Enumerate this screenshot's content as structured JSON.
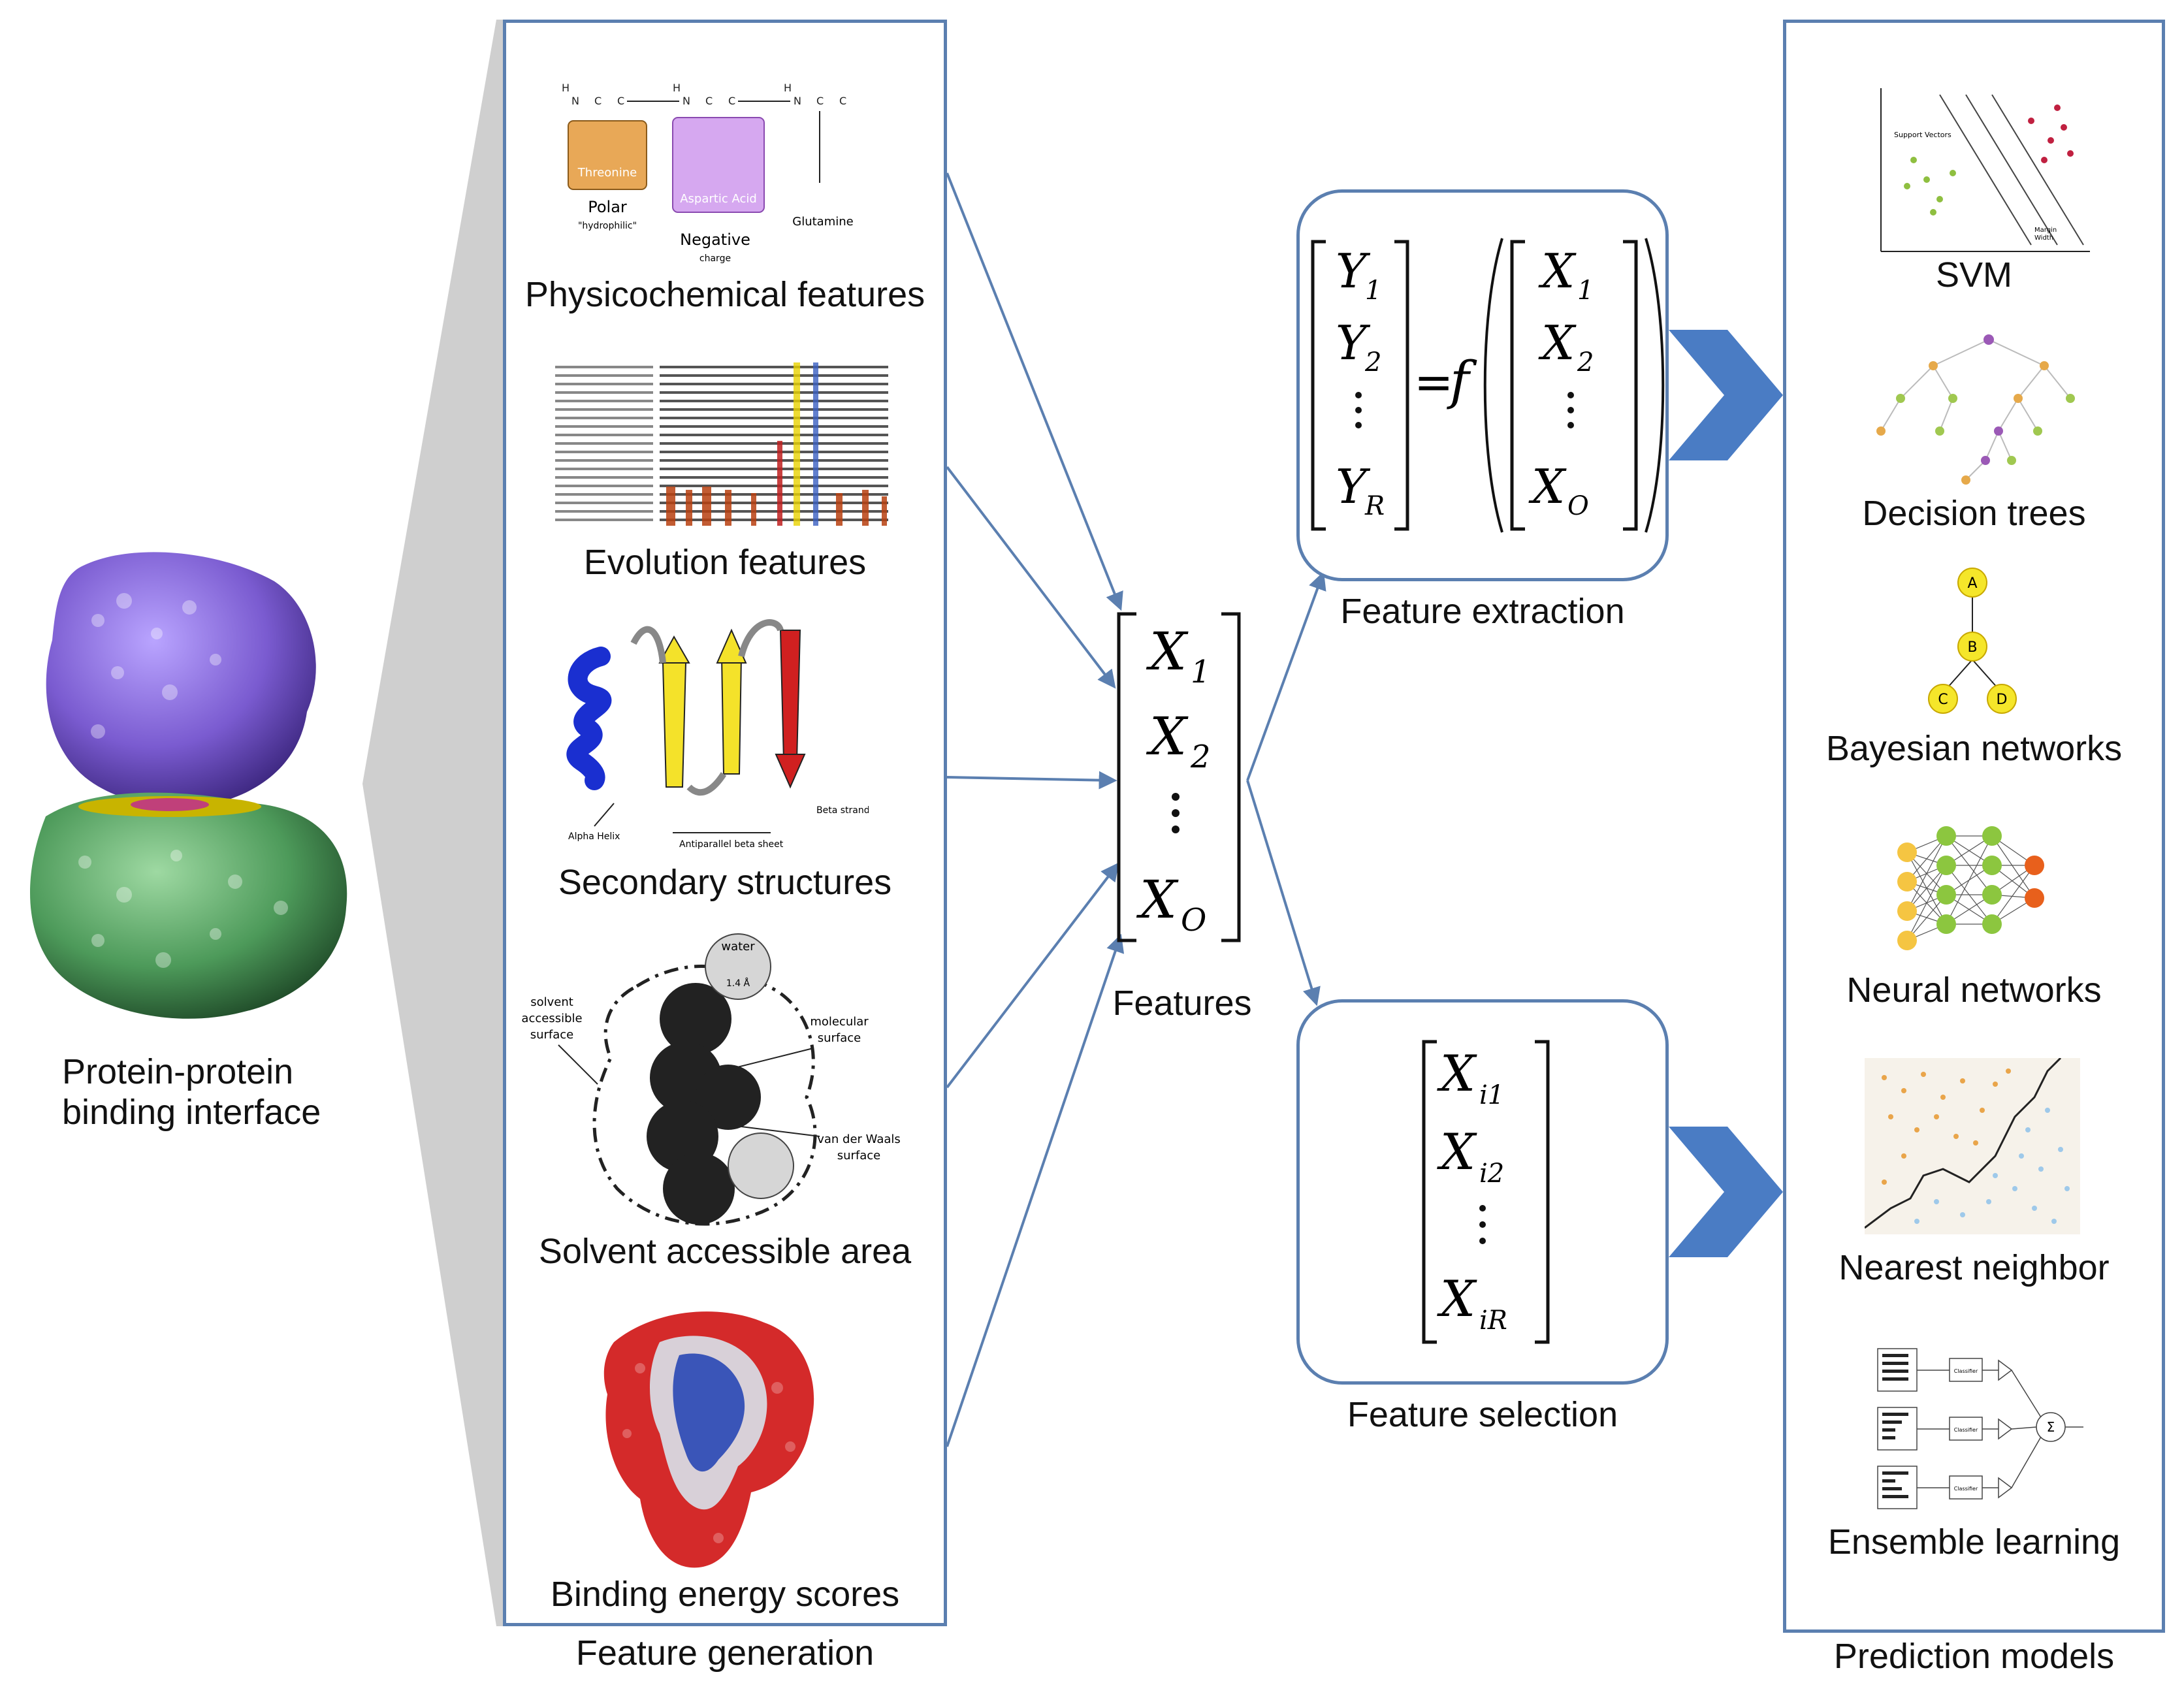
{
  "protein": {
    "label_line1": "Protein-protein",
    "label_line2": "binding interface"
  },
  "feature_generation": {
    "title": "Feature generation",
    "items": [
      {
        "label": "Physicochemical  features"
      },
      {
        "label": "Evolution  features"
      },
      {
        "label": "Secondary structures"
      },
      {
        "label": "Solvent  accessible  area"
      },
      {
        "label": "Binding  energy scores"
      }
    ],
    "physchem": {
      "threonine": "Threonine",
      "polar": "Polar",
      "hydrophilic": "\"hydrophilic\"",
      "aspartic": "Aspartic Acid",
      "negative": "Negative",
      "charge": "charge",
      "glutamine": "Glutamine"
    },
    "secondary": {
      "alpha_helix": "Alpha Helix",
      "beta_strand": "Beta strand",
      "antiparallel": "Antiparallel beta sheet"
    },
    "solvent": {
      "water": "water",
      "angstrom": "1.4 Å",
      "sas_l1": "solvent",
      "sas_l2": "accessible",
      "sas_l3": "surface",
      "mol_l1": "molecular",
      "mol_l2": "surface",
      "vdw_l1": "van der Waals",
      "vdw_l2": "surface"
    }
  },
  "features": {
    "label": "Features",
    "vector": [
      "X",
      "X",
      "X"
    ],
    "subs": [
      "1",
      "2",
      "O"
    ]
  },
  "feature_extraction": {
    "label": "Feature extraction",
    "f": "f",
    "y_subs": [
      "1",
      "2",
      "R"
    ],
    "x_subs": [
      "1",
      "2",
      "O"
    ]
  },
  "feature_selection": {
    "label": "Feature selection",
    "subs": [
      "i1",
      "i2",
      "iR"
    ]
  },
  "prediction_models": {
    "title": "Prediction  models",
    "items": [
      {
        "label": "SVM"
      },
      {
        "label": "Decision trees"
      },
      {
        "label": "Bayesian networks"
      },
      {
        "label": "Neural networks"
      },
      {
        "label": "Nearest neighbor"
      },
      {
        "label": "Ensemble learning"
      }
    ],
    "svm": {
      "support_vectors": "Support Vectors",
      "margin": "Margin",
      "width": "Width"
    },
    "bayes_nodes": [
      "A",
      "B",
      "C",
      "D"
    ],
    "ensemble": {
      "classifier": "Classifier",
      "sigma": "Σ"
    }
  },
  "colors": {
    "accent": "#5b7fb0",
    "chevron": "#4a7cc4",
    "purple": "#7a5bd0",
    "green": "#3f7a4a"
  }
}
